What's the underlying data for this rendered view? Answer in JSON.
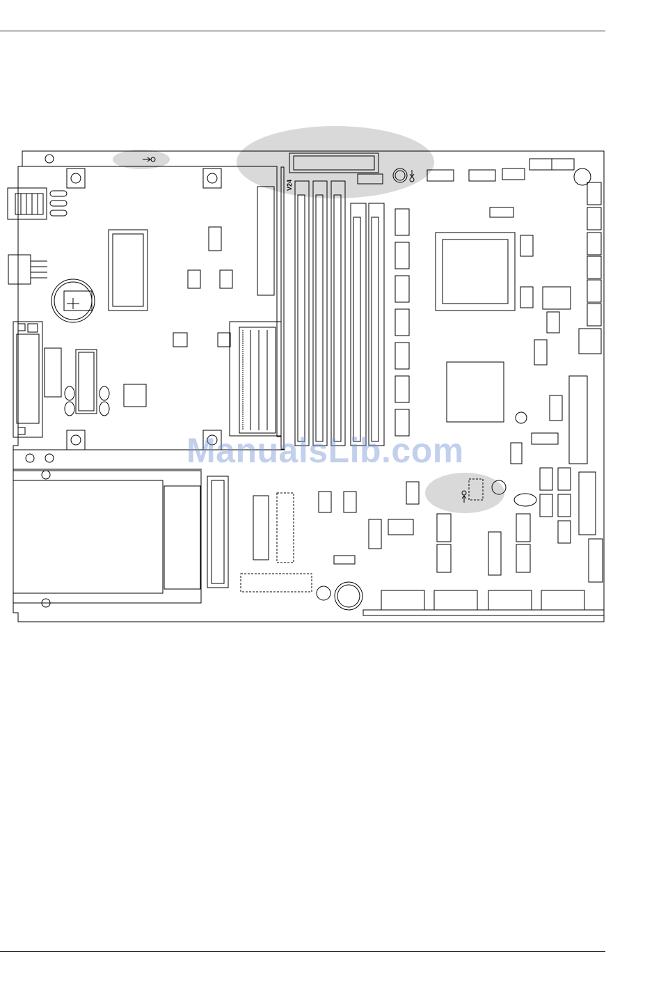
{
  "diagram": {
    "type": "circuit-board-layout",
    "labels": {
      "connector_label": "V24"
    },
    "highlight_color": "#d9d9d9",
    "line_color": "#000000",
    "callouts": [
      {
        "icon": "arrow-right-circle-icon"
      },
      {
        "icon": "arrow-down-circle-icon"
      },
      {
        "icon": "arrow-up-circle-icon"
      }
    ]
  },
  "watermark": {
    "text": "ManualsLib.com",
    "color": "#7896d7"
  }
}
